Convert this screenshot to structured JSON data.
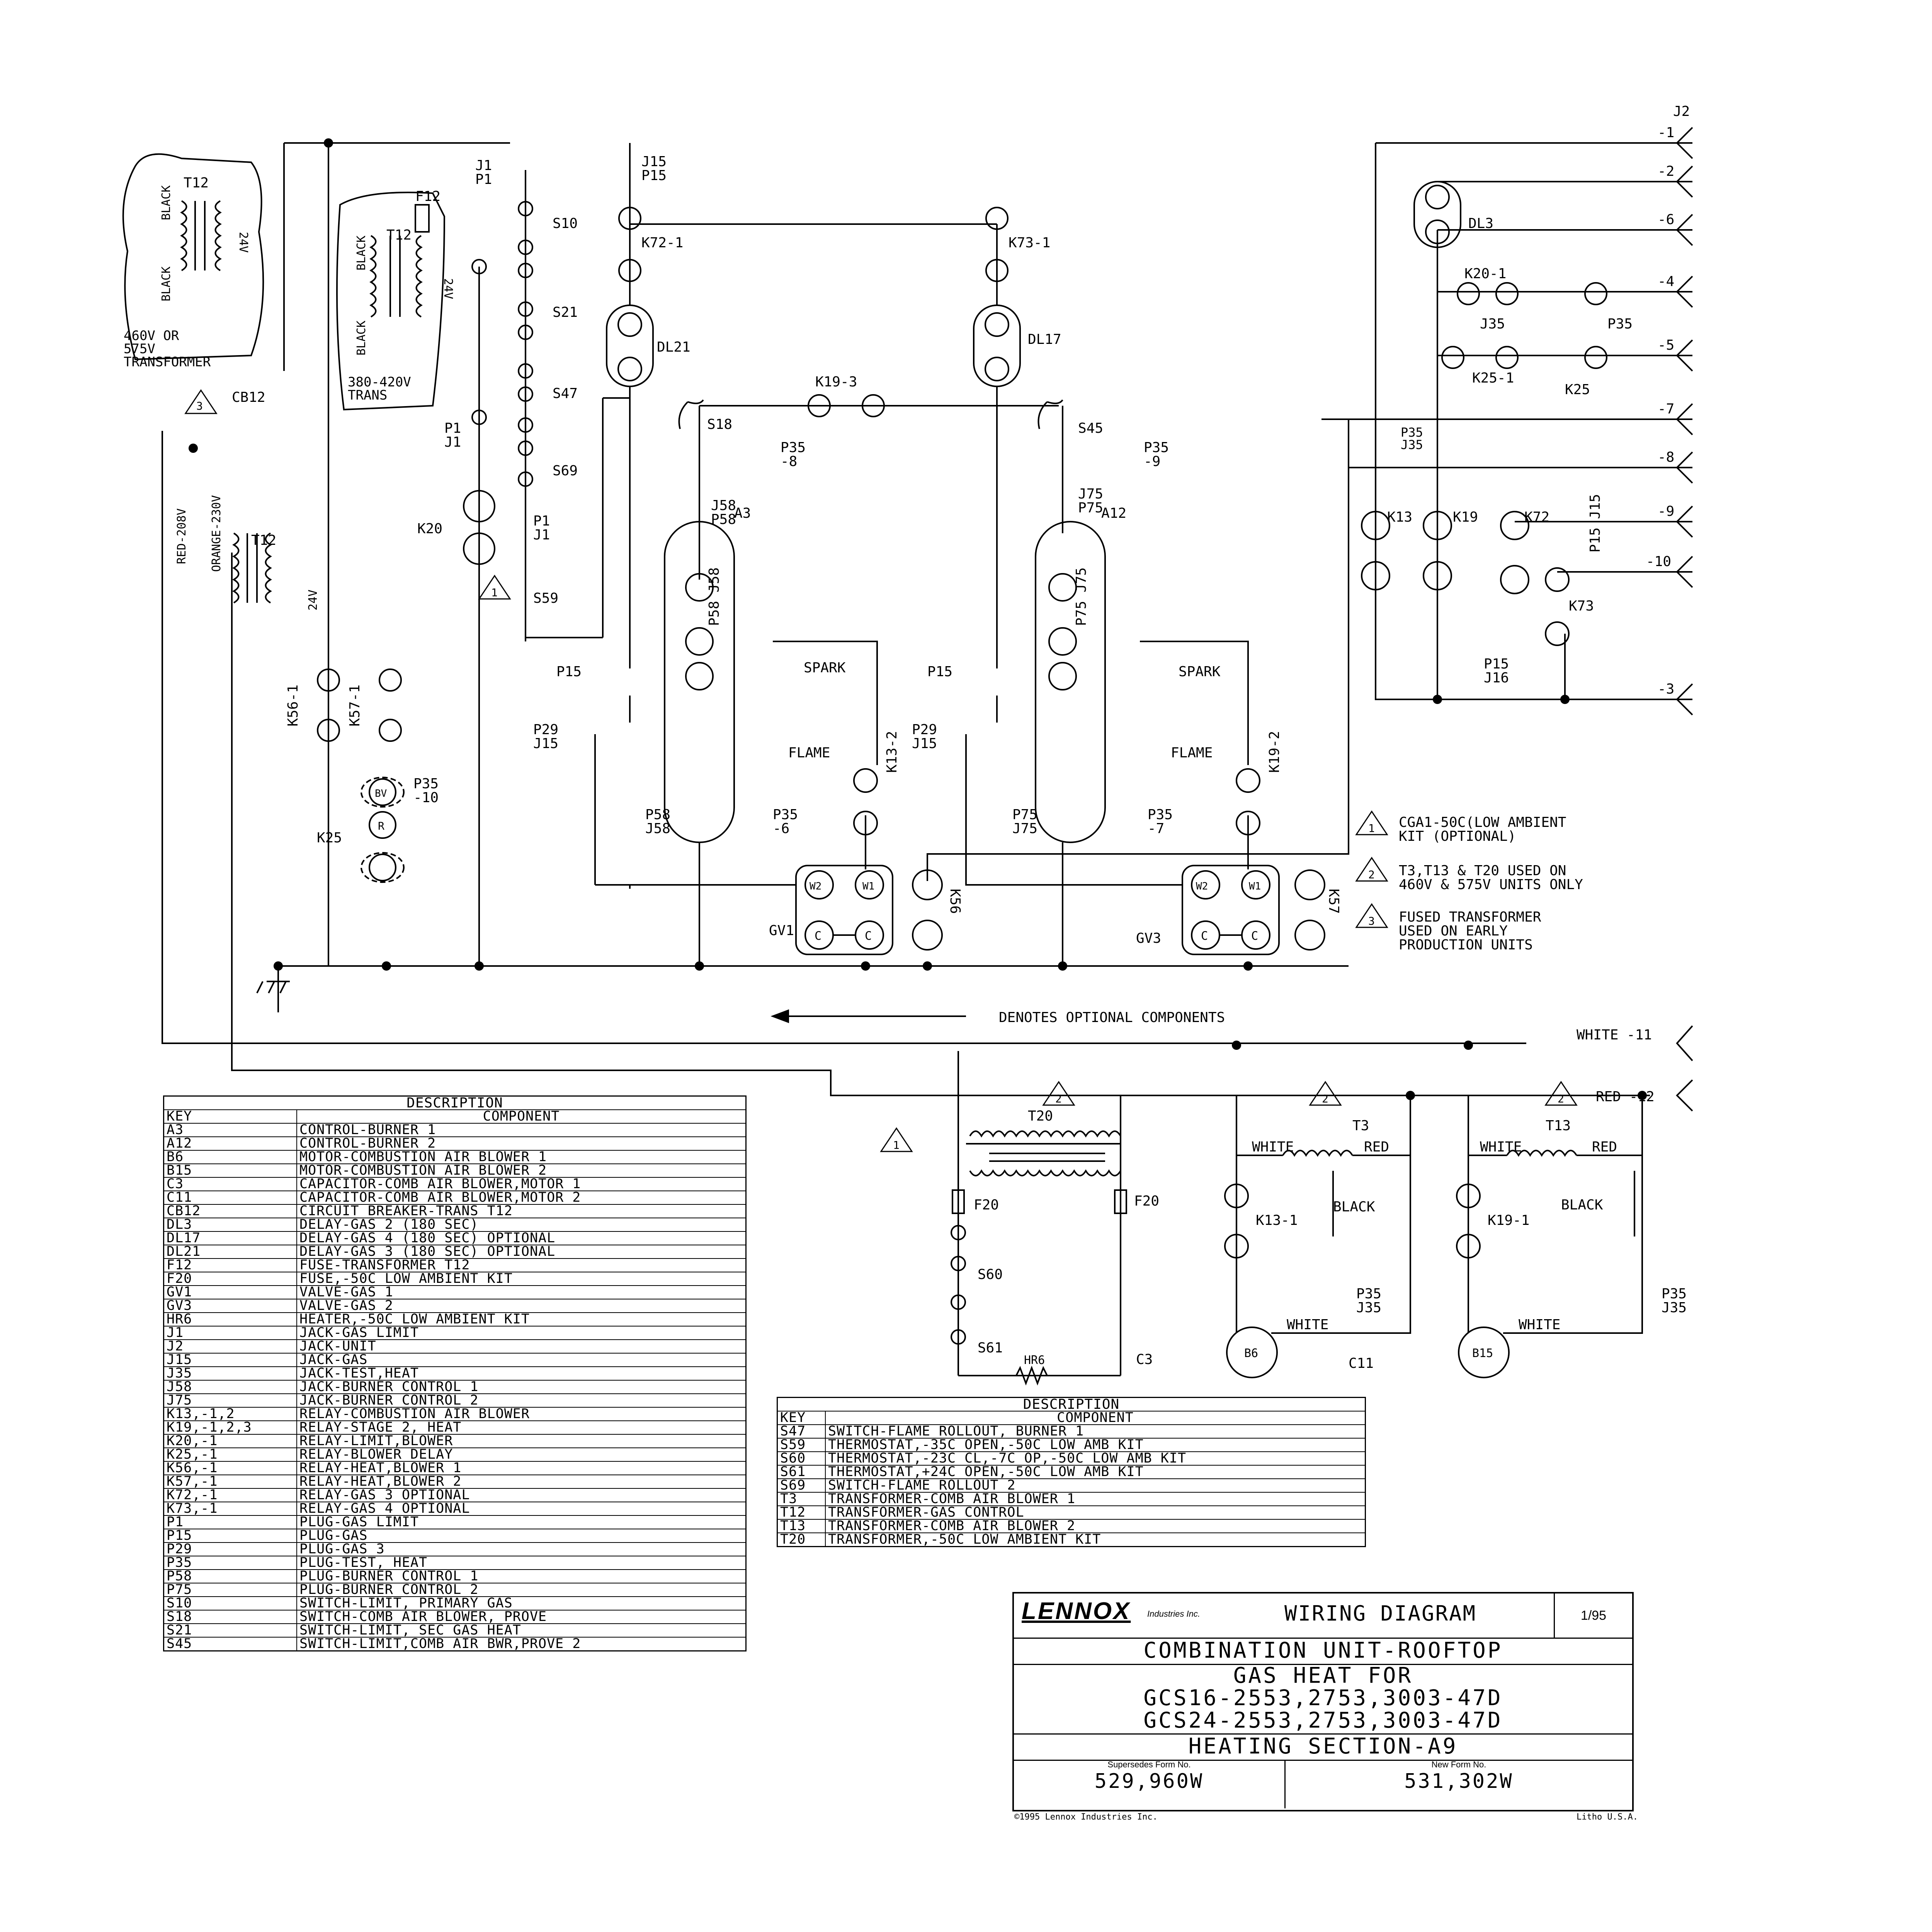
{
  "diagram": {
    "labels": {
      "j2": "J2",
      "j2_1": "-1",
      "j2_2": "-2",
      "j2_6": "-6",
      "j2_4": "-4",
      "j2_5": "-5",
      "j2_7": "-7",
      "j2_8": "-8",
      "j2_9": "-9",
      "j2_10": "-10",
      "j2_3": "-3",
      "j1_p1_top": "J1\nP1",
      "j15_p15": "J15\nP15",
      "s10": "S10",
      "s21": "S21",
      "s47": "S47",
      "s69": "S69",
      "p1_j1_mid": "P1\nJ1",
      "p1_j1_low": "P1\nJ1",
      "k20": "K20",
      "s59": "S59",
      "k72_1": "K72-1",
      "k73_1": "K73-1",
      "dl21": "DL21",
      "dl17": "DL17",
      "dl3": "DL3",
      "k19_3": "K19-3",
      "s18": "S18",
      "s45": "S45",
      "p35_8": "P35\n-8",
      "p35_9": "P35\n-9",
      "j58_p58": "J58\nP58",
      "a3": "A3",
      "j75_p75": "J75\nP75",
      "a12": "A12",
      "p58j58_a": "P58 J58",
      "p75j75_a": "P75 J75",
      "spark1": "SPARK",
      "spark2": "SPARK",
      "flame1": "FLAME",
      "flame2": "FLAME",
      "p15_1": "P15",
      "p15_4": "P15",
      "p29_j15_2": "P29\nJ15",
      "p29_j15_3": "P29\nJ15",
      "k13_2": "K13-2",
      "k19_2": "K19-2",
      "p35_6": "P35\n-6",
      "p35_7": "P35\n-7",
      "p58_j58": "P58\nJ58",
      "p75_j75": "P75\nJ75",
      "gv1": "GV1",
      "gv3": "GV3",
      "k56": "K56",
      "k57": "K57",
      "w2": "W2",
      "w1": "W1",
      "c": "C",
      "t12_a": "T12",
      "black": "BLACK",
      "v24": "24V",
      "t12_note": "460V OR\n575V\nTRANSFORMER",
      "f12": "F12",
      "t12_b_note": "380-420V\nTRANS",
      "cb12": "CB12",
      "red208": "RED-208V",
      "orange230": "ORANGE-230V",
      "t12_c": "T12",
      "k56_1": "K56-1",
      "k57_1": "K57-1",
      "p35_10": "P35\n-10",
      "k25": "K25",
      "bv": "BV",
      "r": "R",
      "k20_1": "K20-1",
      "j35": "J35",
      "p35": "P35",
      "k25_1": "K25-1",
      "k25_b": "K25",
      "p35_j35": "P35\nJ35",
      "k13": "K13",
      "k19": "K19",
      "k72": "K72",
      "k73": "K73",
      "p15_j15": "P15 J15",
      "p15_j16": "P15\nJ16",
      "note1": "CGA1-50C(LOW AMBIENT\nKIT (OPTIONAL)",
      "note2": "T3,T13 & T20 USED ON\n460V & 575V UNITS ONLY",
      "note3": "FUSED TRANSFORMER\nUSED ON EARLY\nPRODUCTION UNITS",
      "optional": "DENOTES OPTIONAL COMPONENTS",
      "white11": "WHITE -11",
      "red12": "RED -12",
      "t20": "T20",
      "f20": "F20",
      "s60": "S60",
      "s61": "S61",
      "hr6": "HR6",
      "t3": "T3",
      "t13": "T13",
      "white": "WHITE",
      "red": "RED",
      "k13_1": "K13-1",
      "k19_1": "K19-1",
      "p35_j35_b": "P35\nJ35",
      "c3": "C3",
      "b6": "B6",
      "c11": "C11",
      "b15": "B15"
    },
    "tri_numbers": [
      "1",
      "2",
      "3"
    ]
  },
  "desc1": {
    "title": "DESCRIPTION",
    "head_key": "KEY",
    "head_comp": "COMPONENT",
    "rows": [
      [
        "A3",
        "CONTROL-BURNER 1"
      ],
      [
        "A12",
        "CONTROL-BURNER 2"
      ],
      [
        "B6",
        "MOTOR-COMBUSTION AIR BLOWER 1"
      ],
      [
        "B15",
        "MOTOR-COMBUSTION AIR BLOWER 2"
      ],
      [
        "C3",
        "CAPACITOR-COMB AIR BLOWER,MOTOR 1"
      ],
      [
        "C11",
        "CAPACITOR-COMB AIR BLOWER,MOTOR 2"
      ],
      [
        "CB12",
        "CIRCUIT BREAKER-TRANS T12"
      ],
      [
        "DL3",
        "DELAY-GAS 2 (180 SEC)"
      ],
      [
        "DL17",
        "DELAY-GAS 4 (180 SEC) OPTIONAL"
      ],
      [
        "DL21",
        "DELAY-GAS 3 (180 SEC) OPTIONAL"
      ],
      [
        "F12",
        "FUSE-TRANSFORMER T12"
      ],
      [
        "F20",
        "FUSE,-50C LOW AMBIENT KIT"
      ],
      [
        "GV1",
        "VALVE-GAS 1"
      ],
      [
        "GV3",
        "VALVE-GAS 2"
      ],
      [
        "HR6",
        "HEATER,-50C LOW AMBIENT KIT"
      ],
      [
        "J1",
        "JACK-GAS LIMIT"
      ],
      [
        "J2",
        "JACK-UNIT"
      ],
      [
        "J15",
        "JACK-GAS"
      ],
      [
        "J35",
        "JACK-TEST,HEAT"
      ],
      [
        "J58",
        "JACK-BURNER CONTROL 1"
      ],
      [
        "J75",
        "JACK-BURNER CONTROL 2"
      ],
      [
        "K13,-1,2",
        "RELAY-COMBUSTION AIR BLOWER"
      ],
      [
        "K19,-1,2,3",
        "RELAY-STAGE 2, HEAT"
      ],
      [
        "K20,-1",
        "RELAY-LIMIT,BLOWER"
      ],
      [
        "K25,-1",
        "RELAY-BLOWER DELAY"
      ],
      [
        "K56,-1",
        "RELAY-HEAT,BLOWER 1"
      ],
      [
        "K57,-1",
        "RELAY-HEAT,BLOWER 2"
      ],
      [
        "K72,-1",
        "RELAY-GAS 3 OPTIONAL"
      ],
      [
        "K73,-1",
        "RELAY-GAS 4 OPTIONAL"
      ],
      [
        "P1",
        "PLUG-GAS LIMIT"
      ],
      [
        "P15",
        "PLUG-GAS"
      ],
      [
        "P29",
        "PLUG-GAS 3"
      ],
      [
        "P35",
        "PLUG-TEST, HEAT"
      ],
      [
        "P58",
        "PLUG-BURNER CONTROL 1"
      ],
      [
        "P75",
        "PLUG-BURNER CONTROL 2"
      ],
      [
        "S10",
        "SWITCH-LIMIT, PRIMARY GAS"
      ],
      [
        "S18",
        "SWITCH-COMB AIR BLOWER, PROVE"
      ],
      [
        "S21",
        "SWITCH-LIMIT, SEC GAS HEAT"
      ],
      [
        "S45",
        "SWITCH-LIMIT,COMB AIR BWR,PROVE 2"
      ]
    ]
  },
  "desc2": {
    "title": "DESCRIPTION",
    "head_key": "KEY",
    "head_comp": "COMPONENT",
    "rows": [
      [
        "S47",
        "SWITCH-FLAME ROLLOUT, BURNER 1"
      ],
      [
        "S59",
        "THERMOSTAT,-35C OPEN,-50C LOW AMB KIT"
      ],
      [
        "S60",
        "THERMOSTAT,-23C CL,-7C OP,-50C LOW AMB KIT"
      ],
      [
        "S61",
        "THERMOSTAT,+24C OPEN,-50C LOW AMB KIT"
      ],
      [
        "S69",
        "SWITCH-FLAME ROLLOUT 2"
      ],
      [
        "T3",
        "TRANSFORMER-COMB AIR BLOWER 1"
      ],
      [
        "T12",
        "TRANSFORMER-GAS CONTROL"
      ],
      [
        "T13",
        "TRANSFORMER-COMB AIR BLOWER 2"
      ],
      [
        "T20",
        "TRANSFORMER,-50C LOW AMBIENT KIT"
      ]
    ]
  },
  "title_block": {
    "brand": "LENNOX",
    "brand_sub": "Industries Inc.",
    "doc_type": "WIRING DIAGRAM",
    "date": "1/95",
    "line1": "COMBINATION UNIT-ROOFTOP",
    "line2": "GAS HEAT FOR",
    "line3": "GCS16-2553,2753,3003-47D",
    "line4": "GCS24-2553,2753,3003-47D",
    "line5": "HEATING SECTION-A9",
    "supersedes_label": "Supersedes Form No.",
    "supersedes": "529,960W",
    "new_form_label": "New Form No.",
    "new_form": "531,302W",
    "copyright": "©1995 Lennox Industries Inc.",
    "litho": "Litho U.S.A."
  }
}
